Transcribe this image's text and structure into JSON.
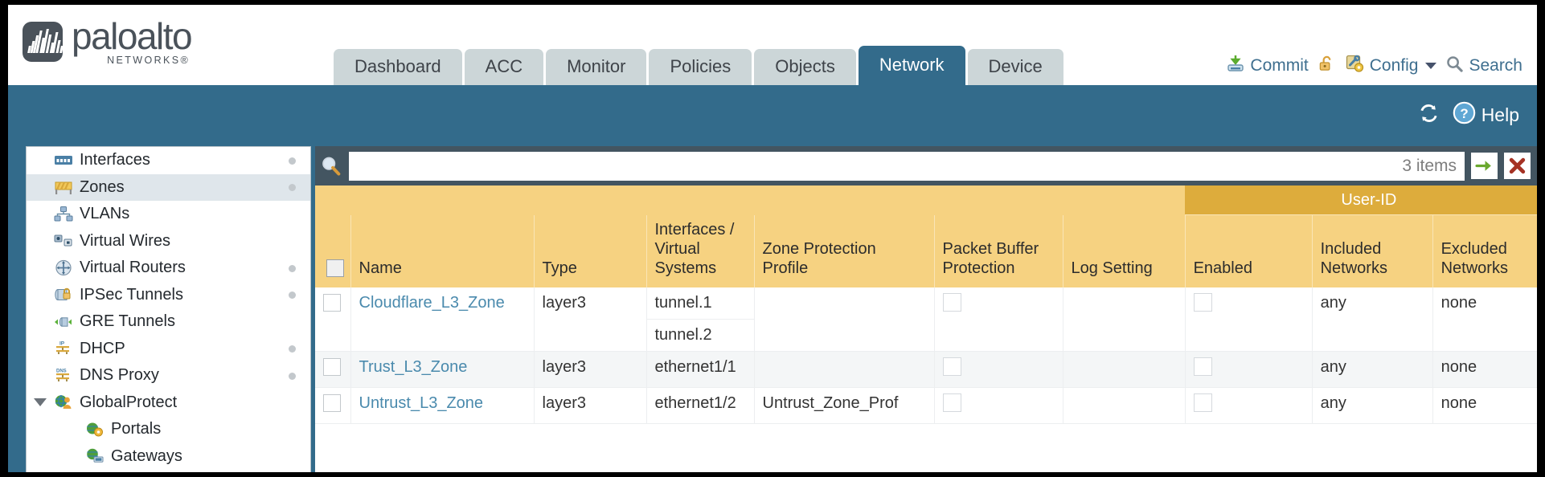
{
  "brand": {
    "name": "paloalto",
    "tagline": "NETWORKS",
    "registered": "®"
  },
  "nav_tabs": [
    {
      "label": "Dashboard",
      "active": false
    },
    {
      "label": "ACC",
      "active": false
    },
    {
      "label": "Monitor",
      "active": false
    },
    {
      "label": "Policies",
      "active": false
    },
    {
      "label": "Objects",
      "active": false
    },
    {
      "label": "Network",
      "active": true
    },
    {
      "label": "Device",
      "active": false
    }
  ],
  "top_actions": {
    "commit": "Commit",
    "config": "Config",
    "search": "Search",
    "lock_icon": "padlock-unlocked-icon",
    "commit_icon": "commit-download-icon",
    "config_icon": "config-key-icon",
    "search_icon": "magnifier-icon",
    "caret_icon": "chevron-down-icon"
  },
  "blueband": {
    "refresh_icon": "refresh-icon",
    "help_icon": "help-question-icon",
    "help_label": "Help"
  },
  "sidebar": {
    "items": [
      {
        "label": "Interfaces",
        "icon": "interfaces-icon",
        "dot": true,
        "selected": false,
        "indent": false,
        "expander": false
      },
      {
        "label": "Zones",
        "icon": "zones-icon",
        "dot": true,
        "selected": true,
        "indent": false,
        "expander": false
      },
      {
        "label": "VLANs",
        "icon": "vlans-icon",
        "dot": false,
        "selected": false,
        "indent": false,
        "expander": false
      },
      {
        "label": "Virtual Wires",
        "icon": "virtual-wires-icon",
        "dot": false,
        "selected": false,
        "indent": false,
        "expander": false
      },
      {
        "label": "Virtual Routers",
        "icon": "virtual-routers-icon",
        "dot": true,
        "selected": false,
        "indent": false,
        "expander": false
      },
      {
        "label": "IPSec Tunnels",
        "icon": "ipsec-tunnels-icon",
        "dot": true,
        "selected": false,
        "indent": false,
        "expander": false
      },
      {
        "label": "GRE Tunnels",
        "icon": "gre-tunnels-icon",
        "dot": false,
        "selected": false,
        "indent": false,
        "expander": false
      },
      {
        "label": "DHCP",
        "icon": "dhcp-icon",
        "dot": true,
        "selected": false,
        "indent": false,
        "expander": false
      },
      {
        "label": "DNS Proxy",
        "icon": "dns-proxy-icon",
        "dot": true,
        "selected": false,
        "indent": false,
        "expander": false
      },
      {
        "label": "GlobalProtect",
        "icon": "globalprotect-icon",
        "dot": false,
        "selected": false,
        "indent": false,
        "expander": true
      },
      {
        "label": "Portals",
        "icon": "portals-icon",
        "dot": false,
        "selected": false,
        "indent": true,
        "expander": false
      },
      {
        "label": "Gateways",
        "icon": "gateways-icon",
        "dot": false,
        "selected": false,
        "indent": true,
        "expander": false
      }
    ]
  },
  "search": {
    "value": "",
    "placeholder": "",
    "icon": "magnifier-icon",
    "items_count": "3 items",
    "apply_icon": "green-arrow-apply-icon",
    "clear_icon": "red-x-clear-icon"
  },
  "table": {
    "group_header": {
      "label": "User-ID",
      "span": 3
    },
    "columns": [
      {
        "key": "checkbox",
        "label": ""
      },
      {
        "key": "name",
        "label": "Name"
      },
      {
        "key": "type",
        "label": "Type"
      },
      {
        "key": "interfaces",
        "label": "Interfaces / Virtual Systems"
      },
      {
        "key": "zone_protection_profile",
        "label": "Zone Protection Profile"
      },
      {
        "key": "packet_buffer_protection",
        "label": "Packet Buffer Protection"
      },
      {
        "key": "log_setting",
        "label": "Log Setting"
      },
      {
        "key": "userid_enabled",
        "label": "Enabled"
      },
      {
        "key": "included_networks",
        "label": "Included Networks"
      },
      {
        "key": "excluded_networks",
        "label": "Excluded Networks"
      }
    ],
    "rows": [
      {
        "selected": false,
        "name": "Cloudflare_L3_Zone",
        "type": "layer3",
        "interfaces": [
          "tunnel.1",
          "tunnel.2"
        ],
        "zone_protection_profile": "",
        "packet_buffer_protection": false,
        "log_setting": "",
        "userid_enabled": false,
        "included_networks": "any",
        "excluded_networks": "none"
      },
      {
        "selected": false,
        "name": "Trust_L3_Zone",
        "type": "layer3",
        "interfaces": [
          "ethernet1/1"
        ],
        "zone_protection_profile": "",
        "packet_buffer_protection": false,
        "log_setting": "",
        "userid_enabled": false,
        "included_networks": "any",
        "excluded_networks": "none"
      },
      {
        "selected": false,
        "name": "Untrust_L3_Zone",
        "type": "layer3",
        "interfaces": [
          "ethernet1/2"
        ],
        "zone_protection_profile": "Untrust_Zone_Prof",
        "packet_buffer_protection": false,
        "log_setting": "",
        "userid_enabled": false,
        "included_networks": "any",
        "excluded_networks": "none"
      }
    ]
  },
  "colors": {
    "brand_blue": "#336b8b",
    "header_gold": "#f6d281",
    "group_gold": "#ddac3c",
    "tab_inactive": "#ccd6d8",
    "link_blue": "#4a8aad",
    "panel_dark": "#435561"
  }
}
